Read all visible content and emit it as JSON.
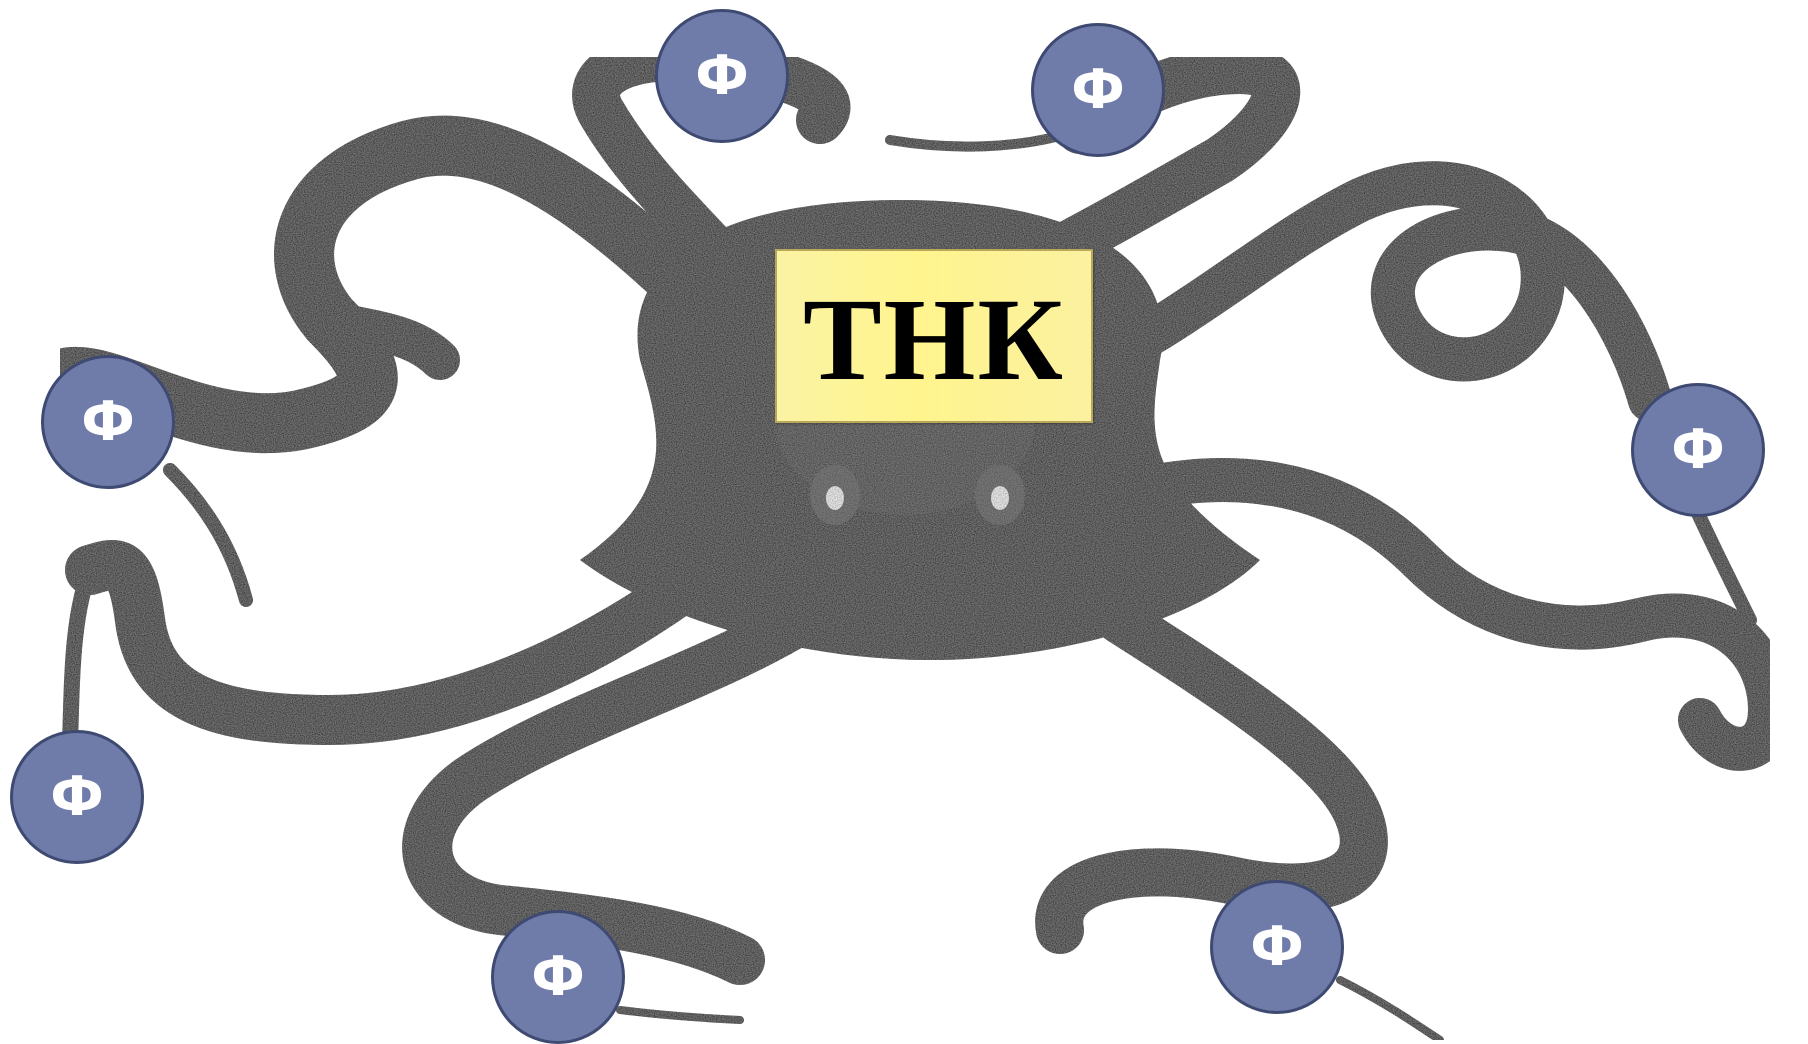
{
  "center": {
    "label": "ТНК"
  },
  "nodes": [
    {
      "label": "Ф"
    },
    {
      "label": "Ф"
    },
    {
      "label": "Ф"
    },
    {
      "label": "Ф"
    },
    {
      "label": "Ф"
    },
    {
      "label": "Ф"
    },
    {
      "label": "Ф"
    }
  ],
  "colors": {
    "node_fill": "#6f7ba8",
    "node_border": "#3f4a72",
    "center_fill": "#fff48d",
    "octopus": "#3a3a3a"
  },
  "icons": {
    "background": "octopus-illustration"
  }
}
